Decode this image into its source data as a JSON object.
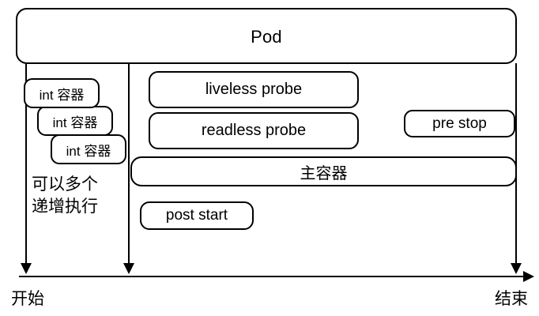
{
  "diagram": {
    "title": "Pod",
    "pod": {
      "label": "Pod"
    },
    "init_containers": [
      {
        "label": "int 容器"
      },
      {
        "label": "int 容器"
      },
      {
        "label": "int 容器"
      }
    ],
    "note": {
      "line1": "可以多个",
      "line2": "递增执行"
    },
    "probes": [
      {
        "label": "liveless probe"
      },
      {
        "label": "readless probe"
      }
    ],
    "hooks": {
      "pre_stop": "pre stop",
      "post_start": "post start"
    },
    "main_container": {
      "label": "主容器"
    },
    "timeline": {
      "start_label": "开始",
      "end_label": "结束"
    },
    "colors": {
      "stroke": "#000000",
      "background": "#ffffff",
      "text": "#000000"
    }
  }
}
